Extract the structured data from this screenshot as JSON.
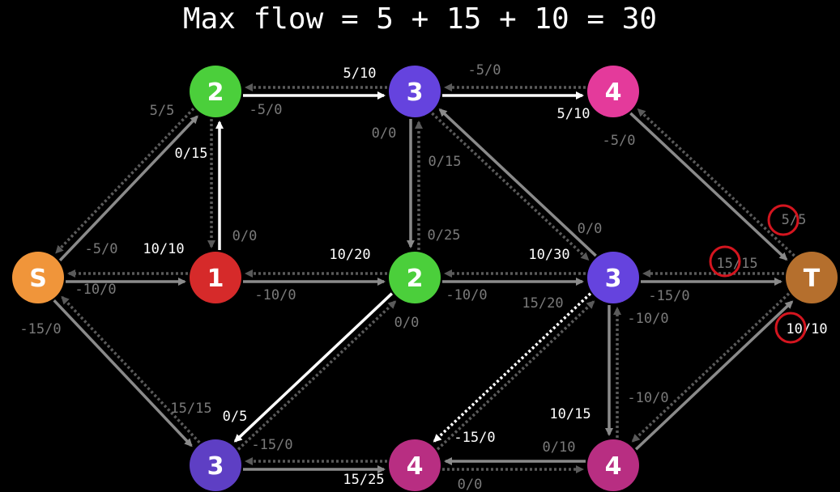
{
  "title": "Max flow = 5 + 15 + 10 = 30",
  "colors": {
    "background": "#000000",
    "augmenting_edge": "#ffffff",
    "edge": "#8a8a8a",
    "residual_edge": "#5a5a5a",
    "active_label": "#ffffff",
    "residual_label": "#7a7a7a",
    "saturated_marker": "#d4151f"
  },
  "nodes": [
    {
      "id": "S",
      "label": "S",
      "color": "#f0953a"
    },
    {
      "id": "A2",
      "label": "2",
      "color": "#4bcf3b"
    },
    {
      "id": "A1",
      "label": "1",
      "color": "#d62a2a"
    },
    {
      "id": "A3",
      "label": "3",
      "color": "#5e3fc4"
    },
    {
      "id": "B3",
      "label": "3",
      "color": "#6543de"
    },
    {
      "id": "B2",
      "label": "2",
      "color": "#4bcf3b"
    },
    {
      "id": "B4",
      "label": "4",
      "color": "#b82e82"
    },
    {
      "id": "C4",
      "label": "4",
      "color": "#e43a9b"
    },
    {
      "id": "C3",
      "label": "3",
      "color": "#6543de"
    },
    {
      "id": "C4b",
      "label": "4",
      "color": "#b82e82"
    },
    {
      "id": "T",
      "label": "T",
      "color": "#b56f2d"
    }
  ],
  "edges": [
    {
      "from": "S",
      "to": "A1",
      "style": "normal",
      "label": "10/10",
      "label_style": "active"
    },
    {
      "from": "A1",
      "to": "S",
      "style": "residual",
      "label": "-10/0",
      "label_style": "residual"
    },
    {
      "from": "S",
      "to": "A2",
      "style": "normal",
      "label": "5/5",
      "label_style": "residual"
    },
    {
      "from": "A2",
      "to": "S",
      "style": "residual",
      "label": "-5/0",
      "label_style": "residual"
    },
    {
      "from": "S",
      "to": "A3",
      "style": "normal",
      "label": "15/15",
      "label_style": "residual"
    },
    {
      "from": "A3",
      "to": "S",
      "style": "residual",
      "label": "-15/0",
      "label_style": "residual"
    },
    {
      "from": "A1",
      "to": "A2",
      "style": "augment",
      "label": "0/15",
      "label_style": "active"
    },
    {
      "from": "A2",
      "to": "A1",
      "style": "residual",
      "label": "0/0",
      "label_style": "residual"
    },
    {
      "from": "A2",
      "to": "B3",
      "style": "augment",
      "label": "5/10",
      "label_style": "active"
    },
    {
      "from": "B3",
      "to": "A2",
      "style": "residual",
      "label": "-5/0",
      "label_style": "residual"
    },
    {
      "from": "B3",
      "to": "C4",
      "style": "augment",
      "label": "5/10",
      "label_style": "active"
    },
    {
      "from": "C4",
      "to": "B3",
      "style": "residual",
      "label": "-5/0",
      "label_style": "residual"
    },
    {
      "from": "A1",
      "to": "B2",
      "style": "normal",
      "label": "10/20",
      "label_style": "active"
    },
    {
      "from": "B2",
      "to": "A1",
      "style": "residual",
      "label": "-10/0",
      "label_style": "residual"
    },
    {
      "from": "B2",
      "to": "B3",
      "style": "residual",
      "label": "0/0",
      "label_style": "residual"
    },
    {
      "from": "B3",
      "to": "B2",
      "style": "normal",
      "label": "0/15",
      "label_style": "residual"
    },
    {
      "from": "B2",
      "to": "C3",
      "style": "normal",
      "label": "10/30",
      "label_style": "active"
    },
    {
      "from": "C3",
      "to": "B2",
      "style": "residual",
      "label": "-10/0",
      "label_style": "residual"
    },
    {
      "from": "B2",
      "to": "A3",
      "style": "augment",
      "label": "0/5",
      "label_style": "active"
    },
    {
      "from": "A3",
      "to": "B2",
      "style": "residual",
      "label": "0/0",
      "label_style": "residual"
    },
    {
      "from": "A3",
      "to": "B4",
      "style": "normal",
      "label": "15/25",
      "label_style": "active"
    },
    {
      "from": "B4",
      "to": "A3",
      "style": "residual",
      "label": "-15/0",
      "label_style": "residual"
    },
    {
      "from": "C3",
      "to": "B4",
      "style": "augment-dotted",
      "label": "-15/0",
      "label_style": "active"
    },
    {
      "from": "B4",
      "to": "C3",
      "style": "residual",
      "label": "15/20",
      "label_style": "residual"
    },
    {
      "from": "C3",
      "to": "B3",
      "style": "normal",
      "label": "0/0",
      "label_style": "residual"
    },
    {
      "from": "B3",
      "to": "C3",
      "style": "residual",
      "label": "0/25",
      "label_style": "residual"
    },
    {
      "from": "C4b",
      "to": "B4",
      "style": "normal",
      "label": "0/0",
      "label_style": "residual"
    },
    {
      "from": "B4",
      "to": "C4b",
      "style": "residual",
      "label": "0/10",
      "label_style": "residual"
    },
    {
      "from": "C3",
      "to": "C4b",
      "style": "normal",
      "label": "10/15",
      "label_style": "active"
    },
    {
      "from": "C4b",
      "to": "C3",
      "style": "residual",
      "label": "-10/0",
      "label_style": "residual"
    },
    {
      "from": "C3",
      "to": "T",
      "style": "normal",
      "label": "15/15",
      "label_style": "residual"
    },
    {
      "from": "T",
      "to": "C3",
      "style": "residual",
      "label": "-15/0",
      "label_style": "residual"
    },
    {
      "from": "C4",
      "to": "T",
      "style": "normal",
      "label": "5/5",
      "label_style": "residual"
    },
    {
      "from": "T",
      "to": "C4",
      "style": "residual",
      "label": "-5/0",
      "label_style": "residual"
    },
    {
      "from": "C4b",
      "to": "T",
      "style": "normal",
      "label": "10/10",
      "label_style": "active"
    },
    {
      "from": "T",
      "to": "C4b",
      "style": "residual",
      "label": "-10/0",
      "label_style": "residual"
    }
  ],
  "saturated_markers": [
    "C3-T",
    "C4-T",
    "C4b-T"
  ]
}
